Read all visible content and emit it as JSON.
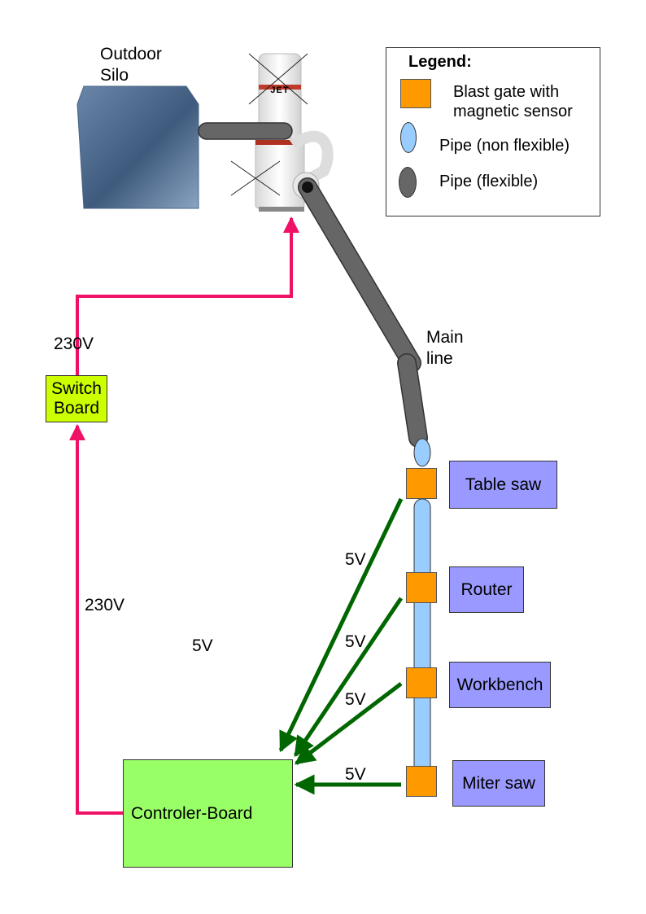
{
  "labels": {
    "silo": "Outdoor\nSilo",
    "main_line": "Main\nline",
    "v230_top": "230V",
    "v230_left": "230V",
    "v5_free": "5V",
    "v5_table": "5V",
    "v5_router": "5V",
    "v5_workbench": "5V",
    "v5_miter": "5V"
  },
  "switch_board": "Switch\nBoard",
  "controller_board": "Controler-Board",
  "collector_brand": "JET",
  "machines": {
    "table_saw": "Table saw",
    "router": "Router",
    "workbench": "Workbench",
    "miter_saw": "Miter saw"
  },
  "legend": {
    "title": "Legend:",
    "blast_gate": "Blast gate with\nmagnetic sensor",
    "pipe_rigid": "Pipe (non flexible)",
    "pipe_flexible": "Pipe (flexible)"
  },
  "colors": {
    "power_line": "#ee1166",
    "signal_line": "#006600",
    "blast_gate": "#ff9900",
    "machine_box": "#9999ff",
    "controller": "#99ff66",
    "switch_board": "#ccff00",
    "rigid_pipe": "#99ccff",
    "flexible_pipe": "#666666"
  }
}
